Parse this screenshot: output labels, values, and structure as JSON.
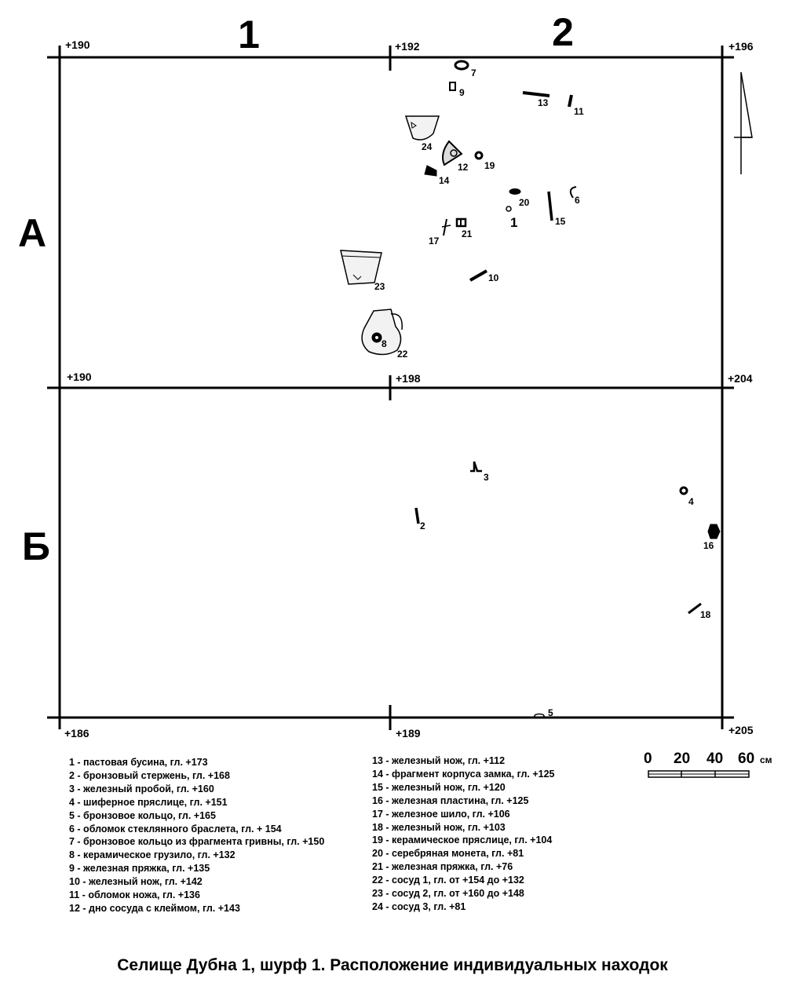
{
  "title": "Селище Дубна 1, шурф 1. Расположение индивидуальных находок",
  "columns": [
    "1",
    "2"
  ],
  "rows": [
    "А",
    "Б"
  ],
  "elevations": {
    "top_left": "+190",
    "top_mid": "+192",
    "top_right": "+196",
    "mid_left": "+190",
    "mid_center": "+198",
    "mid_right": "+204",
    "bottom_left": "+186",
    "bottom_mid": "+189",
    "bottom_right": "+205"
  },
  "scale": {
    "ticks": [
      "0",
      "20",
      "40",
      "60"
    ],
    "unit": "см"
  },
  "find_labels": [
    "1",
    "2",
    "3",
    "4",
    "5",
    "6",
    "7",
    "8",
    "9",
    "10",
    "11",
    "12",
    "13",
    "14",
    "15",
    "16",
    "17",
    "18",
    "19",
    "20",
    "21",
    "22",
    "23",
    "24"
  ],
  "legend_left": [
    "1 - пастовая бусина, гл. +173",
    "2  - бронзовый стержень, гл. +168",
    "3  - железный пробой, гл. +160",
    "4  - шиферное пряслице, гл. +151",
    "5  - бронзовое кольцо, гл. +165",
    "6  - обломок стеклянного браслета, гл. + 154",
    "7  - бронзовое кольцо из фрагмента гривны, гл. +150",
    "8  - керамическое грузило, гл. +132",
    "9  - железная пряжка, гл. +135",
    "10  - железный нож, гл. +142",
    "11  - обломок ножа, гл. +136",
    "12  - дно сосуда с клеймом, гл. +143"
  ],
  "legend_right": [
    "13 - железный нож, гл. +112",
    "14  - фрагмент корпуса замка, гл. +125",
    "15 - железный нож, гл. +120",
    "16 - железная пластина, гл. +125",
    "17 - железное шило, гл. +106",
    "18 - железный нож, гл. +103",
    "19 - керамическое пряслице, гл. +104",
    "20  - серебряная монета, гл. +81",
    "21 - железная пряжка, гл. +76",
    "22 - сосуд 1, гл. от +154 до +132",
    "23 - сосуд 2, гл. от +160 до +148",
    "24 - сосуд 3, гл. +81"
  ]
}
